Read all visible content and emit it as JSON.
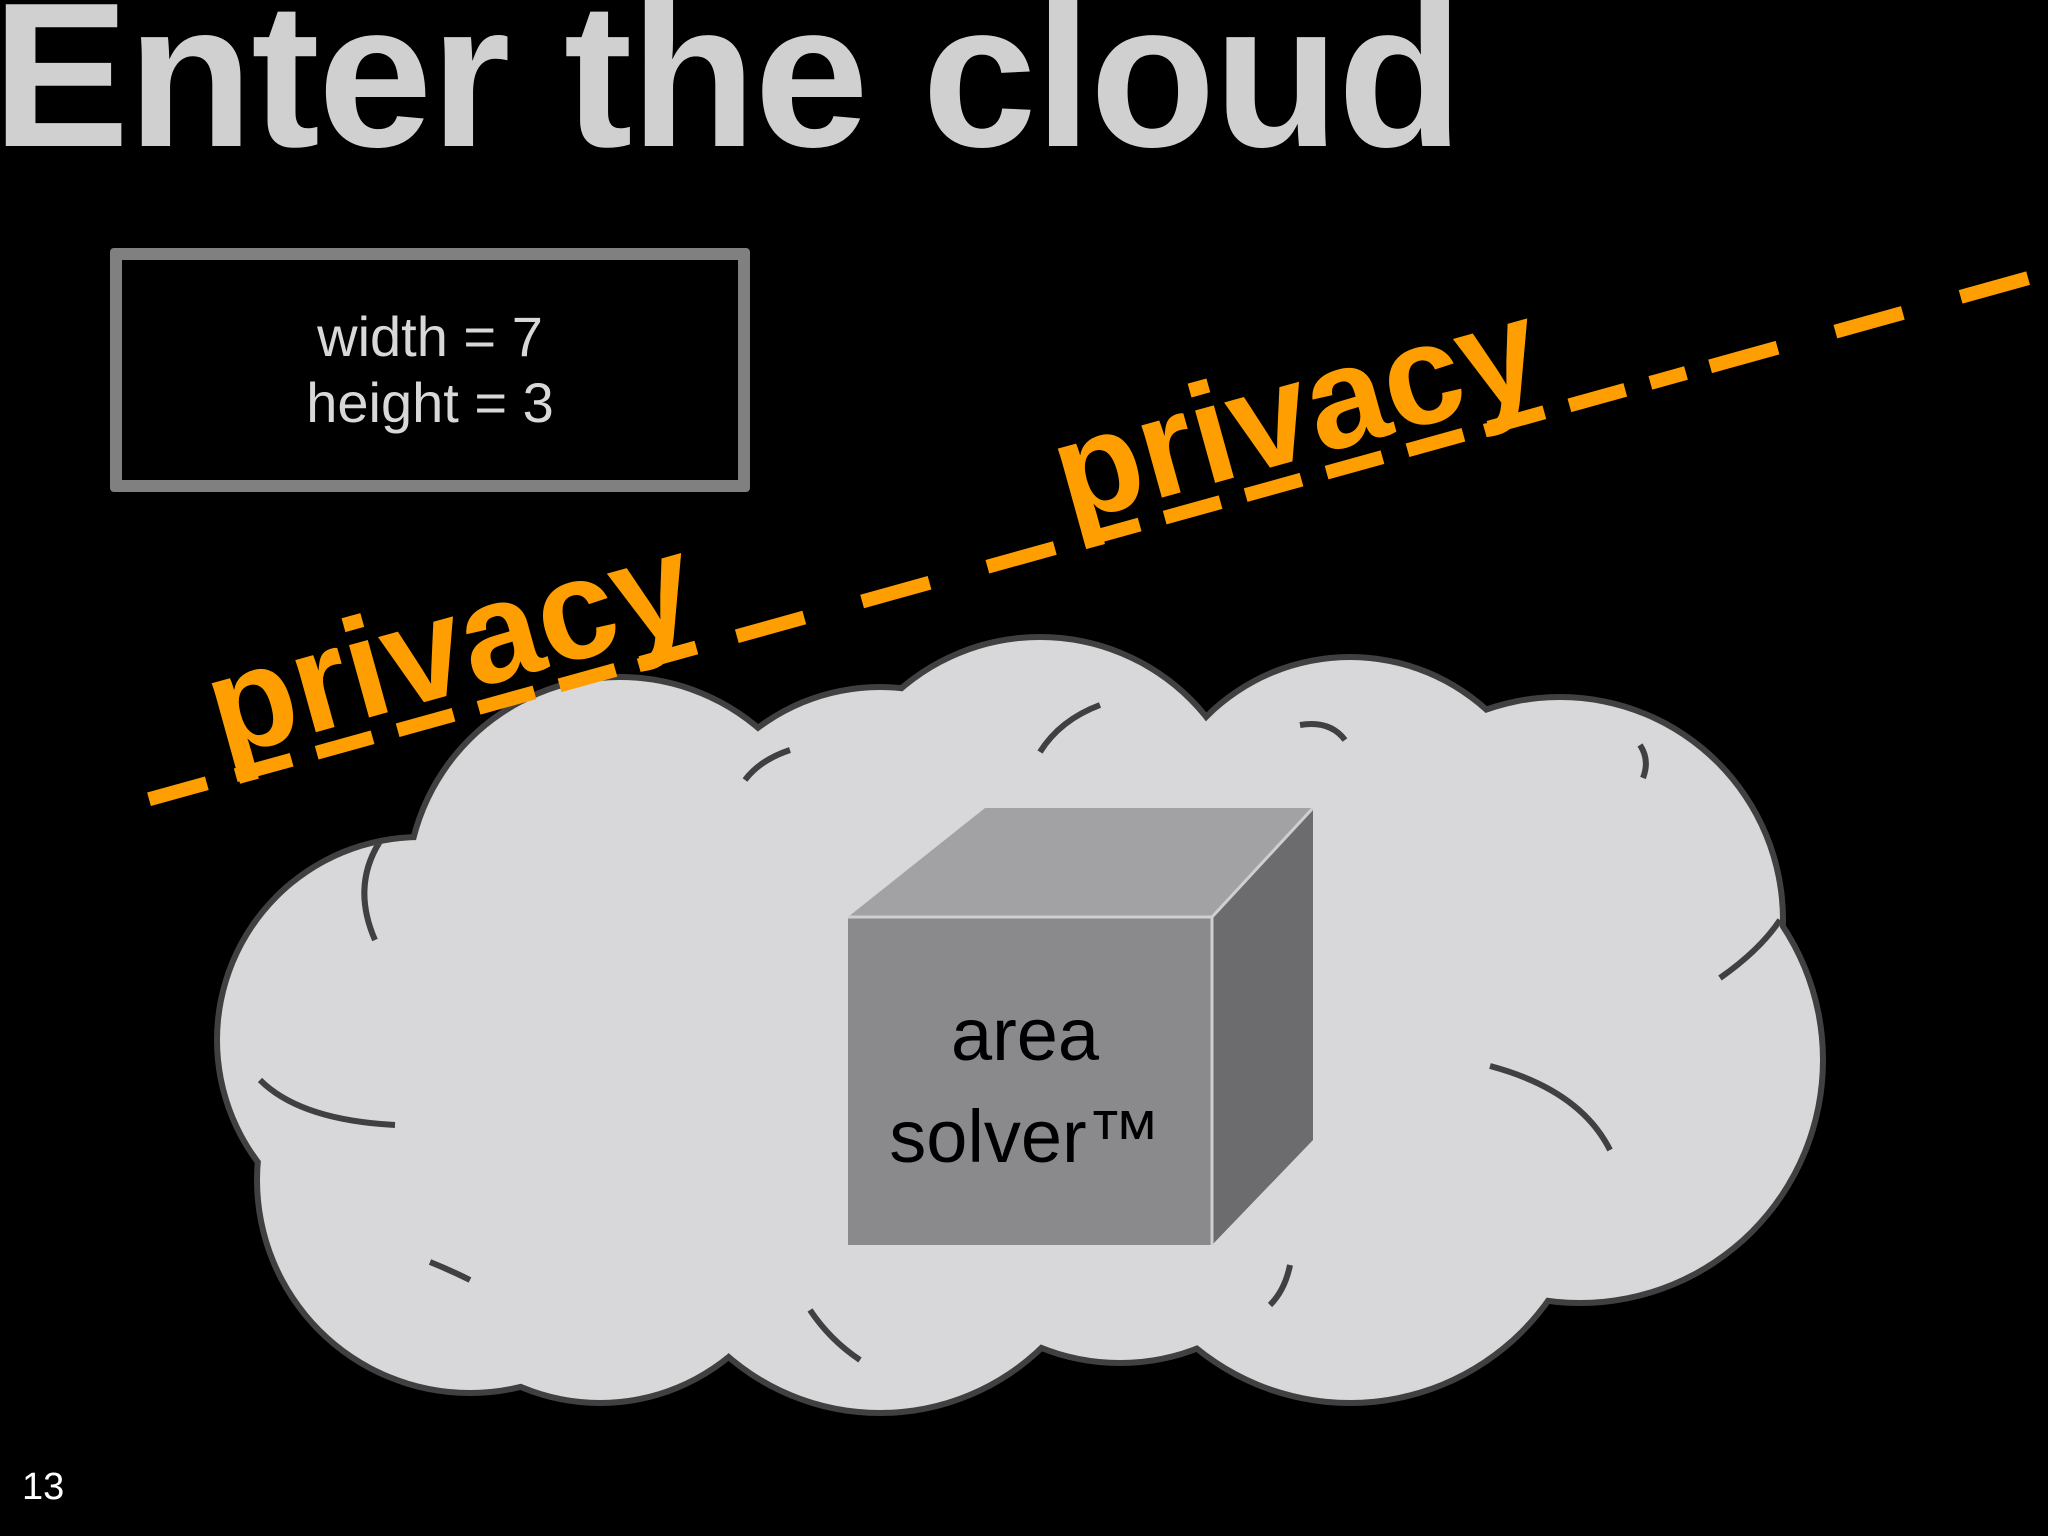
{
  "slide": {
    "title": "Enter the cloud",
    "page_number": "13"
  },
  "input_box": {
    "lines": [
      "width = 7",
      "height = 3"
    ]
  },
  "privacy_barrier": {
    "label": "privacy",
    "color": "#ff9e00",
    "occurrences": 2
  },
  "cloud": {
    "fill_color": "#d8d7d9",
    "outline_color": "#404040"
  },
  "service_box": {
    "line1": "area",
    "line2": "solver™",
    "front_color": "#8a898c",
    "top_color": "#a2a1a4",
    "side_color": "#6c6b6e"
  },
  "colors": {
    "background": "#000000",
    "title": "#d0d0d0",
    "box_border": "#808080"
  }
}
